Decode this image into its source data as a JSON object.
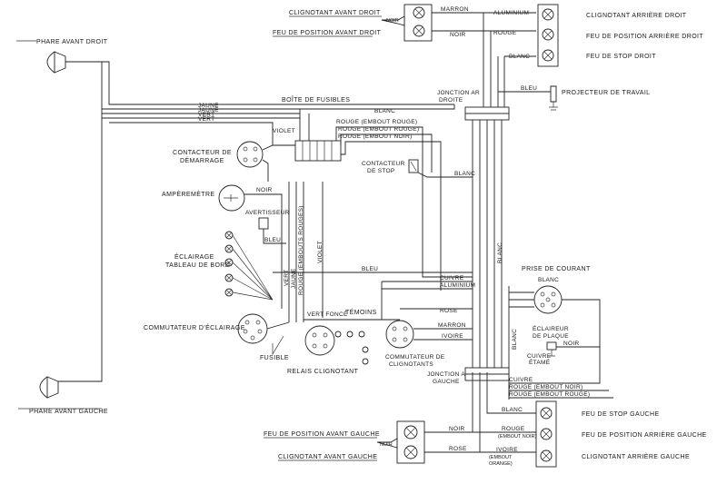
{
  "labels": {
    "phare_avant_droit": "PHARE AVANT DROIT",
    "phare_avant_gauche": "PHARE AVANT GAUCHE",
    "clignotant_avant_droit": "CLIGNOTANT AVANT DROIT",
    "feu_position_avant_droit": "FEU DE POSITION AVANT DROIT",
    "clignotant_arriere_droit": "CLIGNOTANT ARRIÈRE DROIT",
    "feu_position_arriere_droit": "FEU DE POSITION ARRIÈRE DROIT",
    "feu_stop_droit": "FEU DE STOP DROIT",
    "projecteur_travail": "PROJECTEUR DE TRAVAIL",
    "jonction_ar_droite_1": "JONCTION AR",
    "jonction_ar_droite_2": "DROITE",
    "boite_fusibles": "BOÎTE DE FUSIBLES",
    "contacteur_demarrage_1": "CONTACTEUR DE",
    "contacteur_demarrage_2": "DÉMARRAGE",
    "amperemetre": "AMPÈREMÈTRE",
    "avertisseur": "AVERTISSEUR",
    "contacteur_stop_1": "CONTACTEUR",
    "contacteur_stop_2": "DE STOP",
    "eclairage_tableau_1": "ÉCLAIRAGE",
    "eclairage_tableau_2": "TABLEAU DE BORD",
    "commutateur_eclairage": "COMMUTATEUR D'ÉCLAIRAGE",
    "fusible": "FUSIBLE",
    "relais_clignotant": "RELAIS CLIGNOTANT",
    "temoins": "TÉMOINS",
    "commutateur_clignotants_1": "COMMUTATEUR DE",
    "commutateur_clignotants_2": "CLIGNOTANTS",
    "prise_courant": "PRISE DE COURANT",
    "eclaireur_plaque_1": "ÉCLAIREUR",
    "eclaireur_plaque_2": "DE PLAQUE",
    "jonction_ar_gauche_1": "JONCTION AR",
    "jonction_ar_gauche_2": "GAUCHE",
    "feu_position_avant_gauche": "FEU DE POSITION AVANT GAUCHE",
    "clignotant_avant_gauche": "CLIGNOTANT AVANT GAUCHE",
    "feu_stop_gauche": "FEU DE STOP GAUCHE",
    "feu_position_arriere_gauche": "FEU DE POSITION ARRIÈRE GAUCHE",
    "clignotant_arriere_gauche": "CLIGNOTANT ARRIÈRE GAUCHE"
  },
  "wires": {
    "noir": "NOIR",
    "marron": "MARRON",
    "aluminium": "ALUMINIUM",
    "rouge": "ROUGE",
    "blanc": "BLANC",
    "bleu": "BLEU",
    "jaune": "JAUNE",
    "vert": "VERT",
    "violet": "VIOLET",
    "rouge_embout_rouge": "ROUGE (EMBOUT ROUGE)",
    "rouge_embout_noir": "ROUGE (EMBOUT NOIR)",
    "rouge_embouts_rouges": "ROUGE (EMBOUTS ROUGES)",
    "jaune_vert": "JAUNE",
    "vert_v": "VERT",
    "cuivre": "CUIVRE",
    "aluminium_2": "ALUMINIUM",
    "rose": "ROSE",
    "vert_fonce": "VERT FONCÉ",
    "ivoire": "IVOIRE",
    "cuivre_etame_1": "CUIVRE",
    "cuivre_etame_2": "ÉTAMÉ",
    "rouge_embout_noir_b": "ROUGE (EMBOUT NOIR)",
    "rouge_embout_rouge_b": "ROUGE (EMBOUT ROUGE)",
    "rouge_embout_noir_sm": "(EMBOUT NOIR)",
    "ivoire_embout_1": "(EMBOUT",
    "ivoire_embout_2": "ORANGE)",
    "rose_b": "ROSE",
    "noir_b": "NOIR",
    "blanc_b": "BLANC",
    "rouge_b": "ROUGE",
    "ivoire_b": "IVOIRE"
  }
}
